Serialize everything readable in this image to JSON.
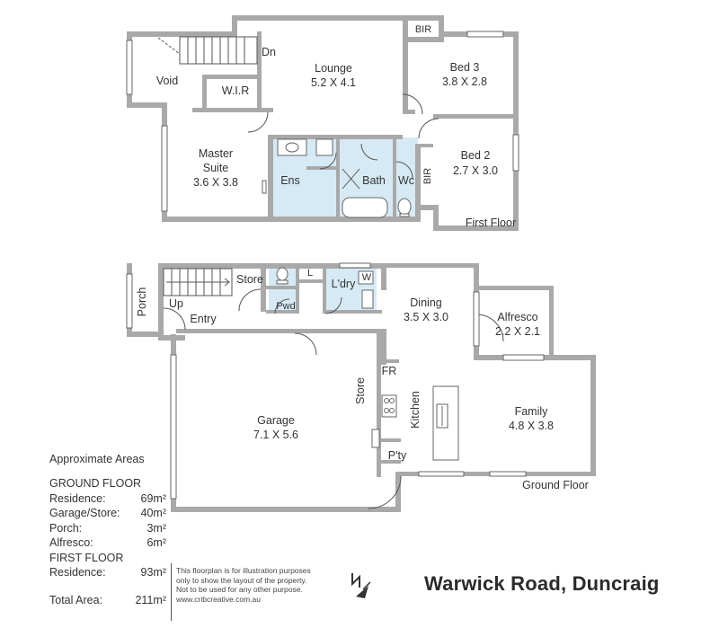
{
  "plan": {
    "first_floor_label": "First Floor",
    "ground_floor_label": "Ground Floor",
    "first_floor_rooms": [
      {
        "name": "Void"
      },
      {
        "name": "W.I.R"
      },
      {
        "name": "Lounge",
        "size": "5.2 X 4.1"
      },
      {
        "name": "BIR"
      },
      {
        "name": "Bed 3",
        "size": "3.8 X 2.8"
      },
      {
        "name": "Master",
        "name2": "Suite",
        "size": "3.6 X 3.8"
      },
      {
        "name": "Ens"
      },
      {
        "name": "Bath"
      },
      {
        "name": "Wc"
      },
      {
        "name": "BIR"
      },
      {
        "name": "Bed 2",
        "size": "2.7 X 3.0"
      },
      {
        "name": "Dn"
      }
    ],
    "ground_floor_rooms": [
      {
        "name": "Porch"
      },
      {
        "name": "Up"
      },
      {
        "name": "Entry"
      },
      {
        "name": "Store"
      },
      {
        "name": "Pwd"
      },
      {
        "name": "L"
      },
      {
        "name": "L'dry"
      },
      {
        "name": "W"
      },
      {
        "name": "Dining",
        "size": "3.5 X 3.0"
      },
      {
        "name": "Alfresco",
        "size": "2.2 X 2.1"
      },
      {
        "name": "FR"
      },
      {
        "name": "Store"
      },
      {
        "name": "Kitchen"
      },
      {
        "name": "P'ty"
      },
      {
        "name": "Garage",
        "size": "7.1 X 5.6"
      },
      {
        "name": "Family",
        "size": "4.8 X 3.8"
      }
    ]
  },
  "areas": {
    "title": "Approximate Areas",
    "ground_floor": "GROUND FLOOR",
    "residence_gf_label": "Residence:",
    "residence_gf_value": "69m²",
    "garage_label": "Garage/Store:",
    "garage_value": "40m²",
    "porch_label": "Porch:",
    "porch_value": "3m²",
    "alfresco_label": "Alfresco:",
    "alfresco_value": "6m²",
    "first_floor": "FIRST FLOOR",
    "residence_ff_label": "Residence:",
    "residence_ff_value": "93m²",
    "total_label": "Total Area:",
    "total_value": "211m²"
  },
  "footer": {
    "disclaimer_1": "This floorplan is for illustration purposes",
    "disclaimer_2": "only to show the layout of the property.",
    "disclaimer_3": "Not to be used for any other purpose.",
    "disclaimer_4": "www.cribcreative.com.au",
    "address": "Warwick Road, Duncraig"
  }
}
